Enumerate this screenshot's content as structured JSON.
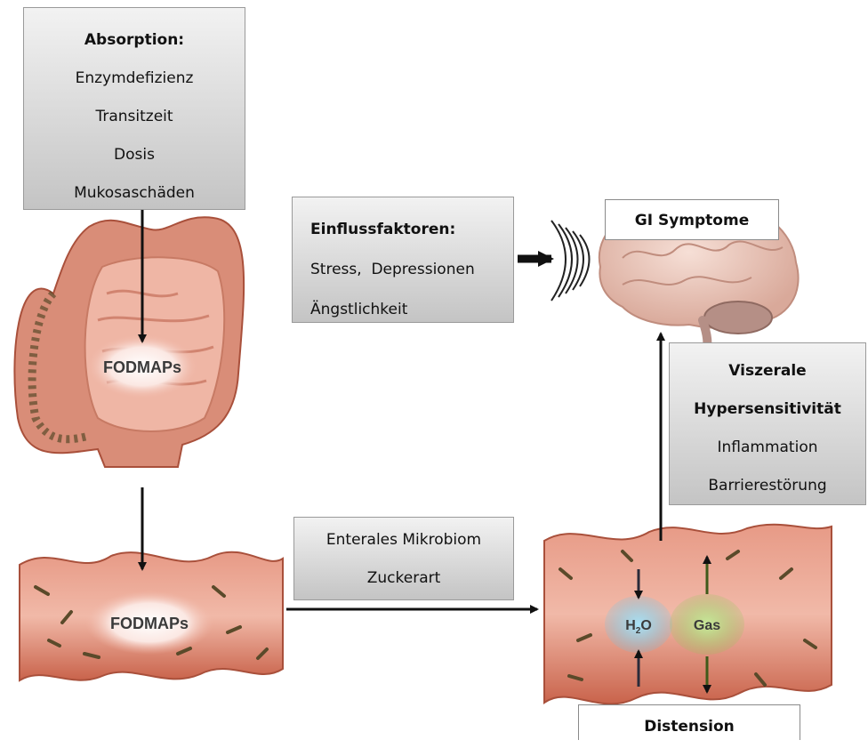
{
  "absorption": {
    "title": "Absorption:",
    "items": [
      "Enzymdefizienz",
      "Transitzeit",
      "Dosis",
      "Mukosaschäden"
    ]
  },
  "einfluss": {
    "title": "Einflussfaktoren:",
    "line1": "Stress,  Depressionen",
    "line2": "Ängstlichkeit"
  },
  "gi_symptome": "GI Symptome",
  "viszeral": {
    "title_line1": "Viszerale",
    "title_line2": "Hypersensitivität",
    "items": [
      "Inflammation",
      "Barrierestörung"
    ]
  },
  "mikrobiom": {
    "line1": "Enterales Mikrobiom",
    "line2": "Zuckerart"
  },
  "distension": "Distension",
  "labels": {
    "fodmaps_colon": "FODMAPs",
    "fodmaps_segment": "FODMAPs",
    "h2o_h": "H",
    "h2o_sub": "2",
    "h2o_o": "O",
    "gas": "Gas"
  },
  "colors": {
    "tissue": "#d9785f",
    "tissue_dark": "#b04a34",
    "lumen": "#f6d7cf",
    "bacteria": "#5a4a2a",
    "water": "#6fc6e8",
    "gas": "#9fcf6a",
    "arrow": "#111111"
  }
}
